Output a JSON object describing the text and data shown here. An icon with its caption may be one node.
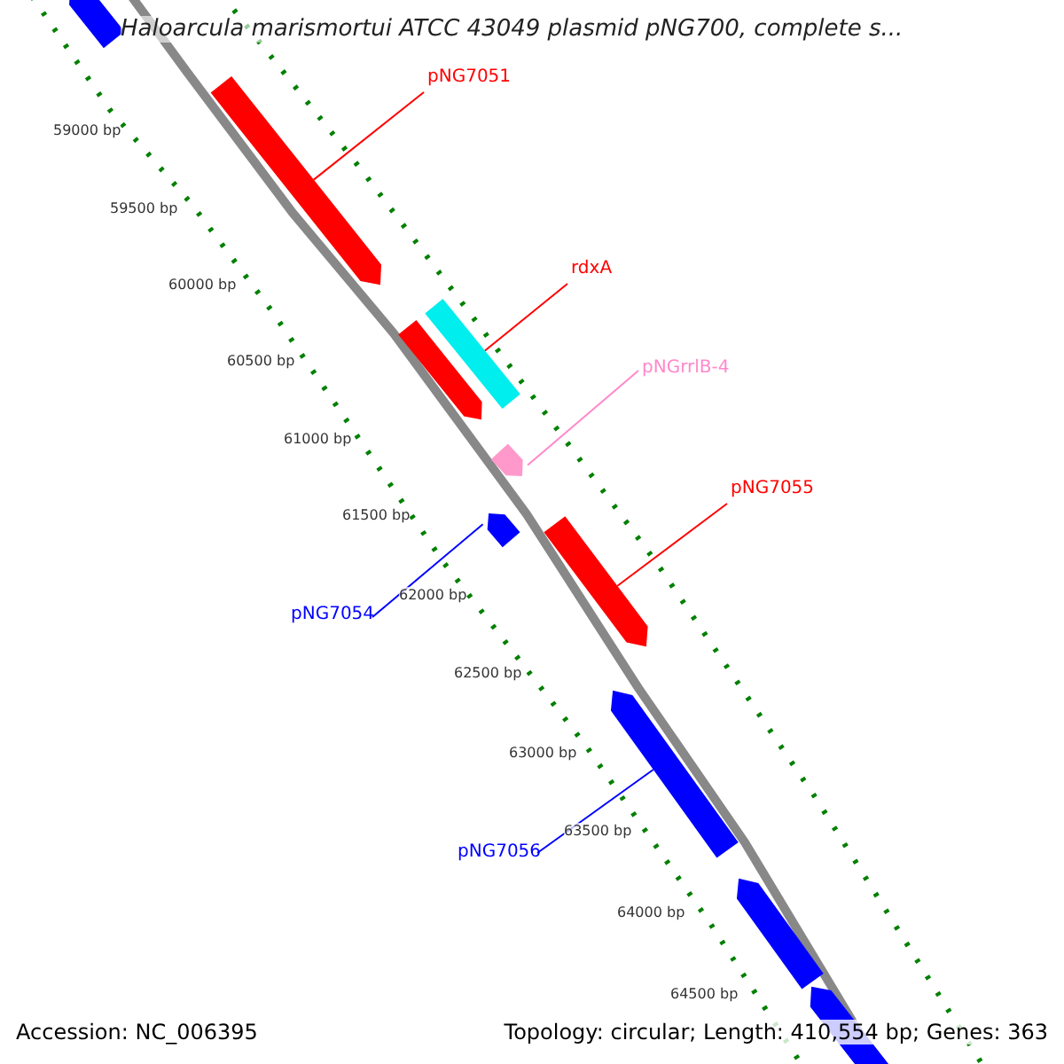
{
  "diagram": {
    "title": "Haloarcula marismortui ATCC 43049 plasmid pNG700, complete s...",
    "nodes": [
      {
        "text": [],
        "shape": "bar"
      },
      {
        "text": [
          "pNG7051"
        ]
      },
      {
        "text": [],
        "shape": "bar"
      },
      {
        "text": [
          "rdxA"
        ]
      },
      {
        "text": [],
        "shape": "bar"
      },
      {
        "text": [],
        "shape": "bar"
      },
      {
        "text": [
          "pNGrrlB-4"
        ]
      },
      {
        "text": [],
        "shape": "bar"
      },
      {
        "text": [
          "pNG7055"
        ]
      },
      {
        "text": [],
        "shape": "bar"
      },
      {
        "text": [],
        "shape": "bar"
      },
      {
        "text": [
          "pNG7054"
        ]
      },
      {
        "text": [],
        "shape": "bar"
      },
      {
        "text": [
          "pNG7056"
        ]
      },
      {
        "text": [],
        "shape": "bar"
      },
      {
        "text": [],
        "shape": "bar"
      }
    ],
    "edges": [
      {
        "from": 1,
        "to": 2,
        "arrow": "none"
      },
      {
        "from": 3,
        "to": 5,
        "arrow": "none"
      },
      {
        "from": 6,
        "to": 7,
        "arrow": "none",
        "color": "#ff88cc"
      },
      {
        "from": 8,
        "to": 10,
        "arrow": "none"
      },
      {
        "from": 11,
        "to": 9,
        "arrow": "none",
        "color": "#0000ff"
      },
      {
        "from": 13,
        "to": 12,
        "arrow": "none",
        "color": "#0000ff"
      }
    ],
    "labels": [
      "59000 bp",
      "59500 bp",
      "60000 bp",
      "60500 bp",
      "61000 bp",
      "61500 bp",
      "62000 bp",
      "62500 bp",
      "63000 bp",
      "63500 bp",
      "64000 bp",
      "64500 bp",
      "Accession: NC_006395",
      "Topology: circular; Length: 410,554 bp; Genes: 363"
    ]
  }
}
